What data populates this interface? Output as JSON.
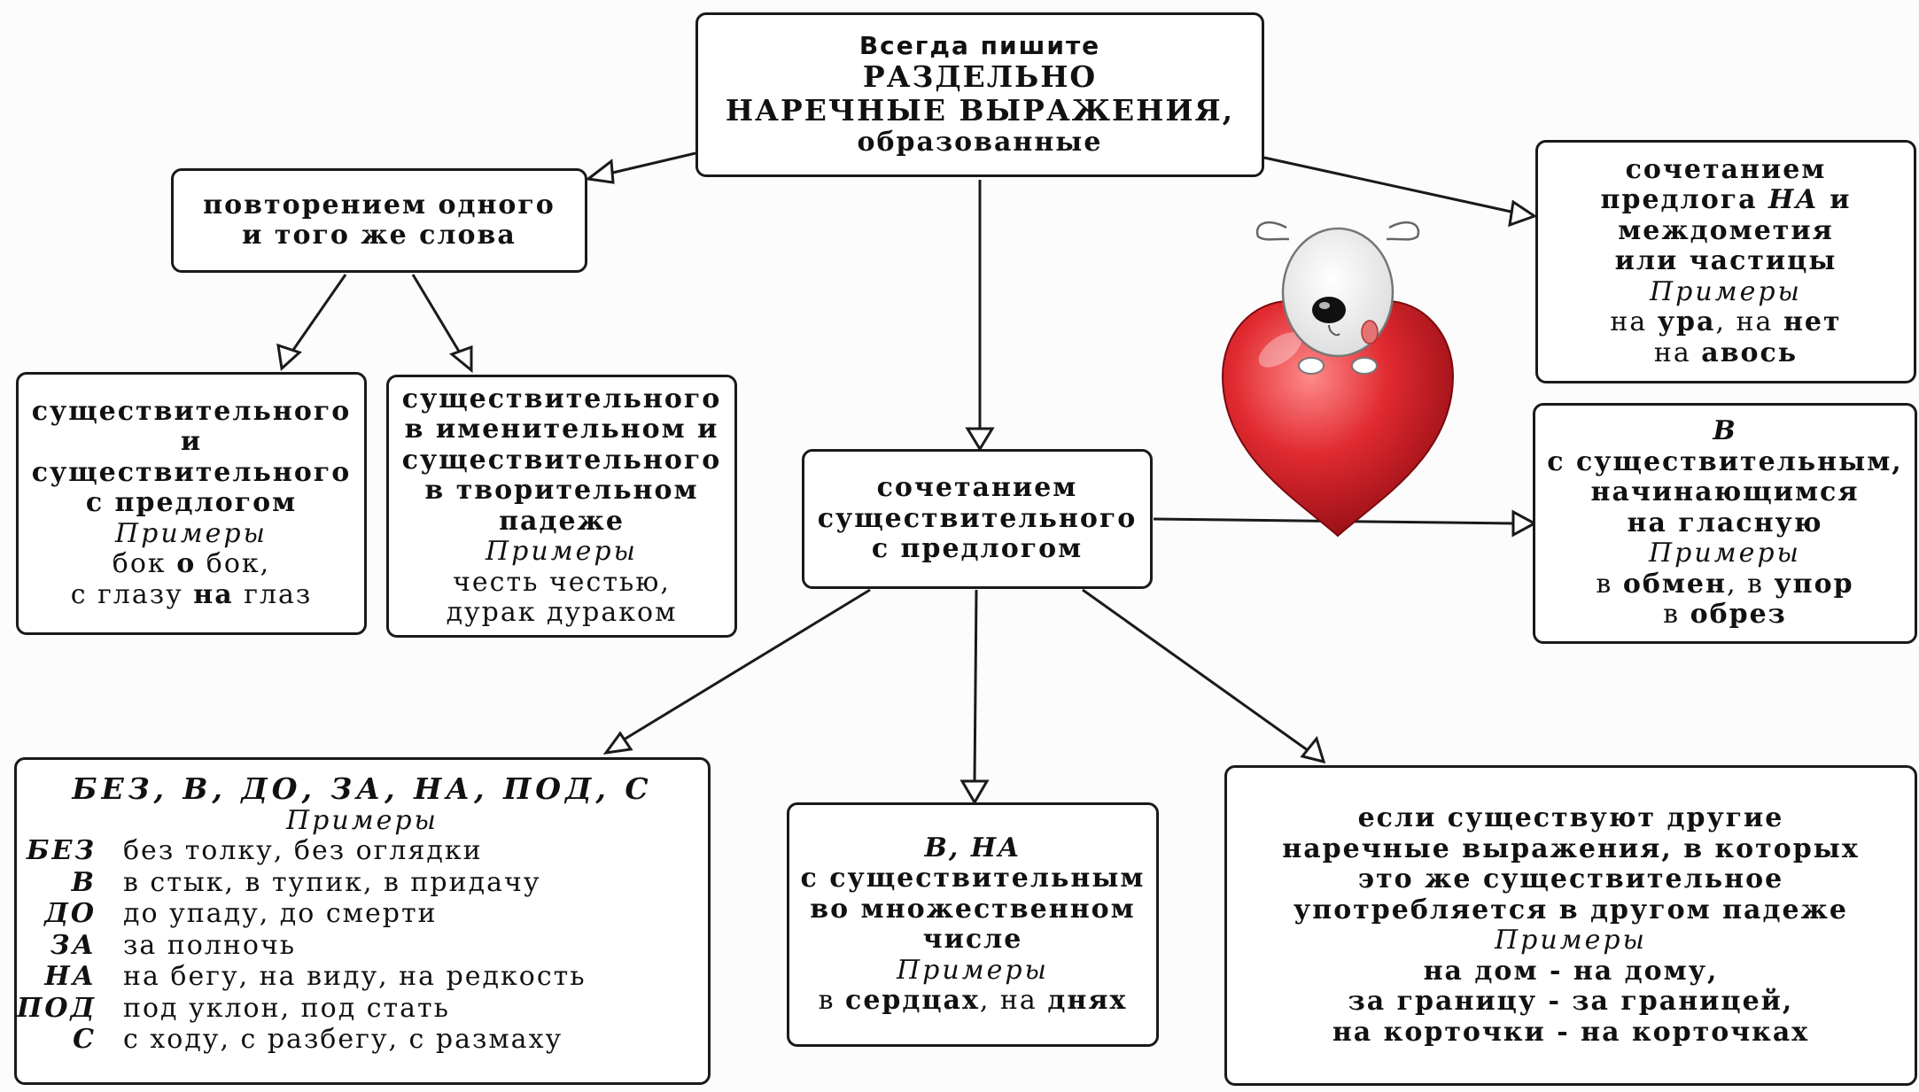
{
  "root": {
    "line1": "Всегда пишите",
    "line2": "РАЗДЕЛЬНО",
    "line3": "НАРЕЧНЫЕ ВЫРАЖЕНИЯ,",
    "line4": "образованные"
  },
  "repeat": {
    "line1": "повторением одного",
    "line2": "и того же слова"
  },
  "noun_prep_pair": {
    "l1": "существительного",
    "l2": "и",
    "l3": "существительного",
    "l4": "с предлогом",
    "ex_label": "Примеры",
    "ex1_a": "бок ",
    "ex1_b": "о",
    "ex1_c": " бок,",
    "ex2_a": "с глазу ",
    "ex2_b": "на",
    "ex2_c": " глаз"
  },
  "noun_case_pair": {
    "l1": "существительного",
    "l2": "в именительном и",
    "l3": "существительного",
    "l4": "в творительном",
    "l5": "падеже",
    "ex_label": "Примеры",
    "ex1": "честь честью,",
    "ex2": "дурак дураком"
  },
  "center": {
    "line1": "сочетанием",
    "line2": "существительного",
    "line3": "с предлогом"
  },
  "na_interj": {
    "l1": "сочетанием",
    "l2_a": "предлога ",
    "l2_b": "НА",
    "l2_c": " и",
    "l3": "междометия",
    "l4": "или частицы",
    "ex_label": "Примеры",
    "ex1_a": "на ",
    "ex1_b": "ура",
    "ex1_c": ", на ",
    "ex1_d": "нет",
    "ex2_a": "на ",
    "ex2_b": "авось"
  },
  "v_vowel": {
    "title": "В",
    "l1": "с существительным,",
    "l2": "начинающимся",
    "l3": "на гласную",
    "ex_label": "Примеры",
    "ex1_a": "в ",
    "ex1_b": "обмен",
    "ex1_c": ", в ",
    "ex1_d": "упор",
    "ex2_a": "в ",
    "ex2_b": "обрез"
  },
  "prepositions": {
    "title": "БЕЗ, В, ДО, ЗА, НА, ПОД, С",
    "ex_label": "Примеры",
    "rows": [
      {
        "key": "БЕЗ",
        "value": "без толку, без оглядки"
      },
      {
        "key": "В",
        "value": "в стык, в тупик, в придачу"
      },
      {
        "key": "ДО",
        "value": "до упаду, до смерти"
      },
      {
        "key": "ЗА",
        "value": "за полночь"
      },
      {
        "key": "НА",
        "value": "на бегу, на виду, на редкость"
      },
      {
        "key": "ПОД",
        "value": "под уклон, под стать"
      },
      {
        "key": "С",
        "value": "с ходу, с разбегу, с размаху"
      }
    ]
  },
  "plural": {
    "title": "В, НА",
    "l1": "с существительным",
    "l2": "во множественном",
    "l3": "числе",
    "ex_label": "Примеры",
    "ex1_a": "в ",
    "ex1_b": "сердцах",
    "ex1_c": ", на ",
    "ex1_d": "днях"
  },
  "other_case": {
    "l1": "если существуют другие",
    "l2": "наречные выражения, в которых",
    "l3": "это же существительное",
    "l4": "употребляется в другом падеже",
    "ex_label": "Примеры",
    "ex1": "на дом - на дому,",
    "ex2": "за границу - за границей,",
    "ex3": "на корточки - на корточках"
  },
  "colors": {
    "ink": "#111111",
    "heart": "#d61f26",
    "heart_highlight": "#ff8a8a"
  },
  "icons": {
    "illustration": "puppy-on-heart"
  }
}
